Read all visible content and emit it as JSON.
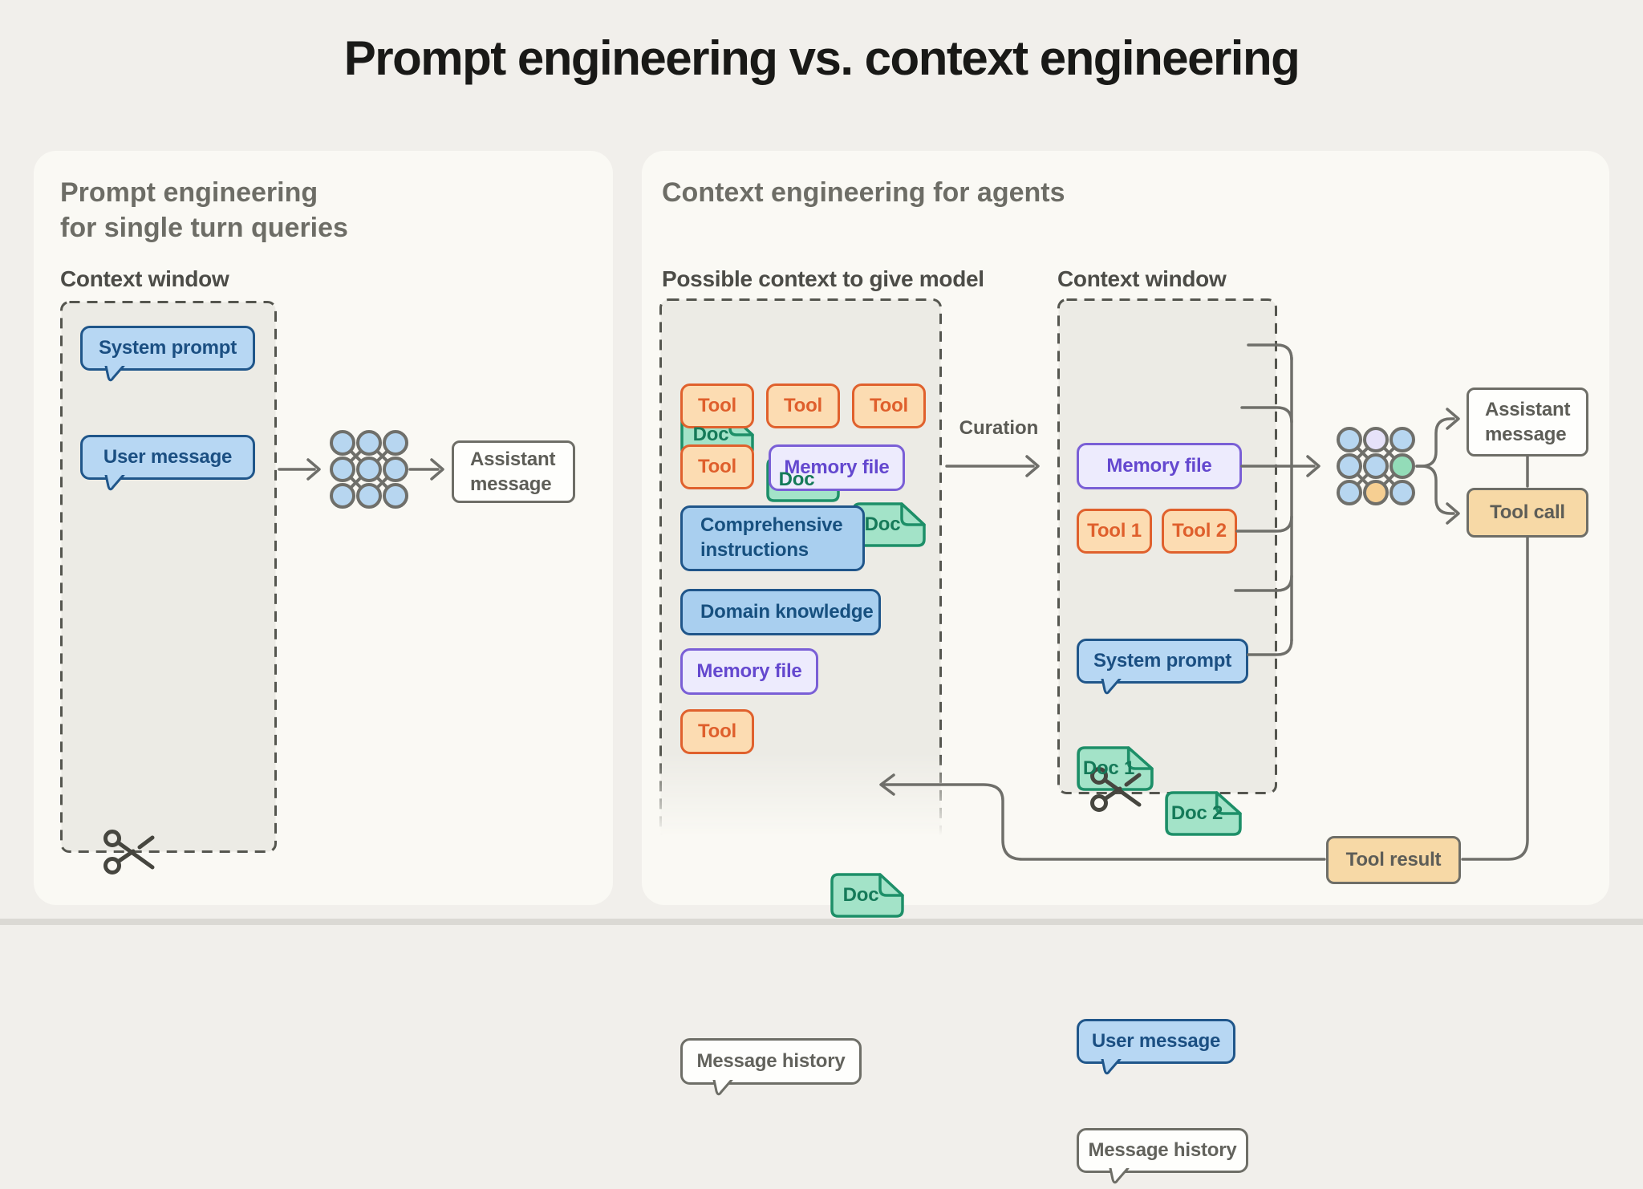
{
  "title": "Prompt engineering vs. context engineering",
  "left_panel": {
    "heading_line1": "Prompt engineering",
    "heading_line2": "for single turn queries",
    "context_window_label": "Context window",
    "system_prompt": "System prompt",
    "user_message": "User message",
    "assistant_message": "Assistant message"
  },
  "right_panel": {
    "heading": "Context engineering for agents",
    "possible_context_label": "Possible context to give model",
    "context_window_label": "Context window",
    "curation_label": "Curation",
    "possible_chips": {
      "doc1": "Doc",
      "doc2": "Doc",
      "doc3": "Doc",
      "tool1": "Tool",
      "tool2": "Tool",
      "tool3": "Tool",
      "tool4": "Tool",
      "memory_file1": "Memory file",
      "comprehensive_instructions": "Comprehensive instructions",
      "domain_knowledge": "Domain knowledge",
      "memory_file2": "Memory file",
      "doc4": "Doc",
      "tool5": "Tool",
      "message_history": "Message history"
    },
    "window_chips": {
      "system_prompt": "System prompt",
      "doc1": "Doc 1",
      "doc2": "Doc 2",
      "memory_file": "Memory file",
      "tool1": "Tool 1",
      "tool2": "Tool 2",
      "user_message": "User message",
      "message_history": "Message history"
    },
    "outputs": {
      "assistant_message": "Assistant message",
      "tool_call": "Tool call",
      "tool_result": "Tool result"
    }
  },
  "colors": {
    "page_background": "#f1efeb",
    "panel_background": "#faf9f4",
    "dashed_box_fill": "#ecebe5",
    "dashed_border": "#55564f",
    "blue_fill": "#b7d7f3",
    "blue_border": "#20568a",
    "green_fill": "#a3e3c8",
    "green_border": "#1d8f68",
    "orange_fill": "#fcdcb2",
    "orange_border": "#e0612d",
    "purple_fill": "#edebfd",
    "purple_border": "#7a5fd6",
    "tan_fill": "#f7d9a6",
    "neutral_border": "#6e6e67",
    "connector": "#6f6f6a",
    "nn_node_blue": "#b7d6f0",
    "nn_node_green": "#93dcb8",
    "nn_node_orange": "#f6cf92",
    "nn_node_purple": "#e6e2f9"
  }
}
